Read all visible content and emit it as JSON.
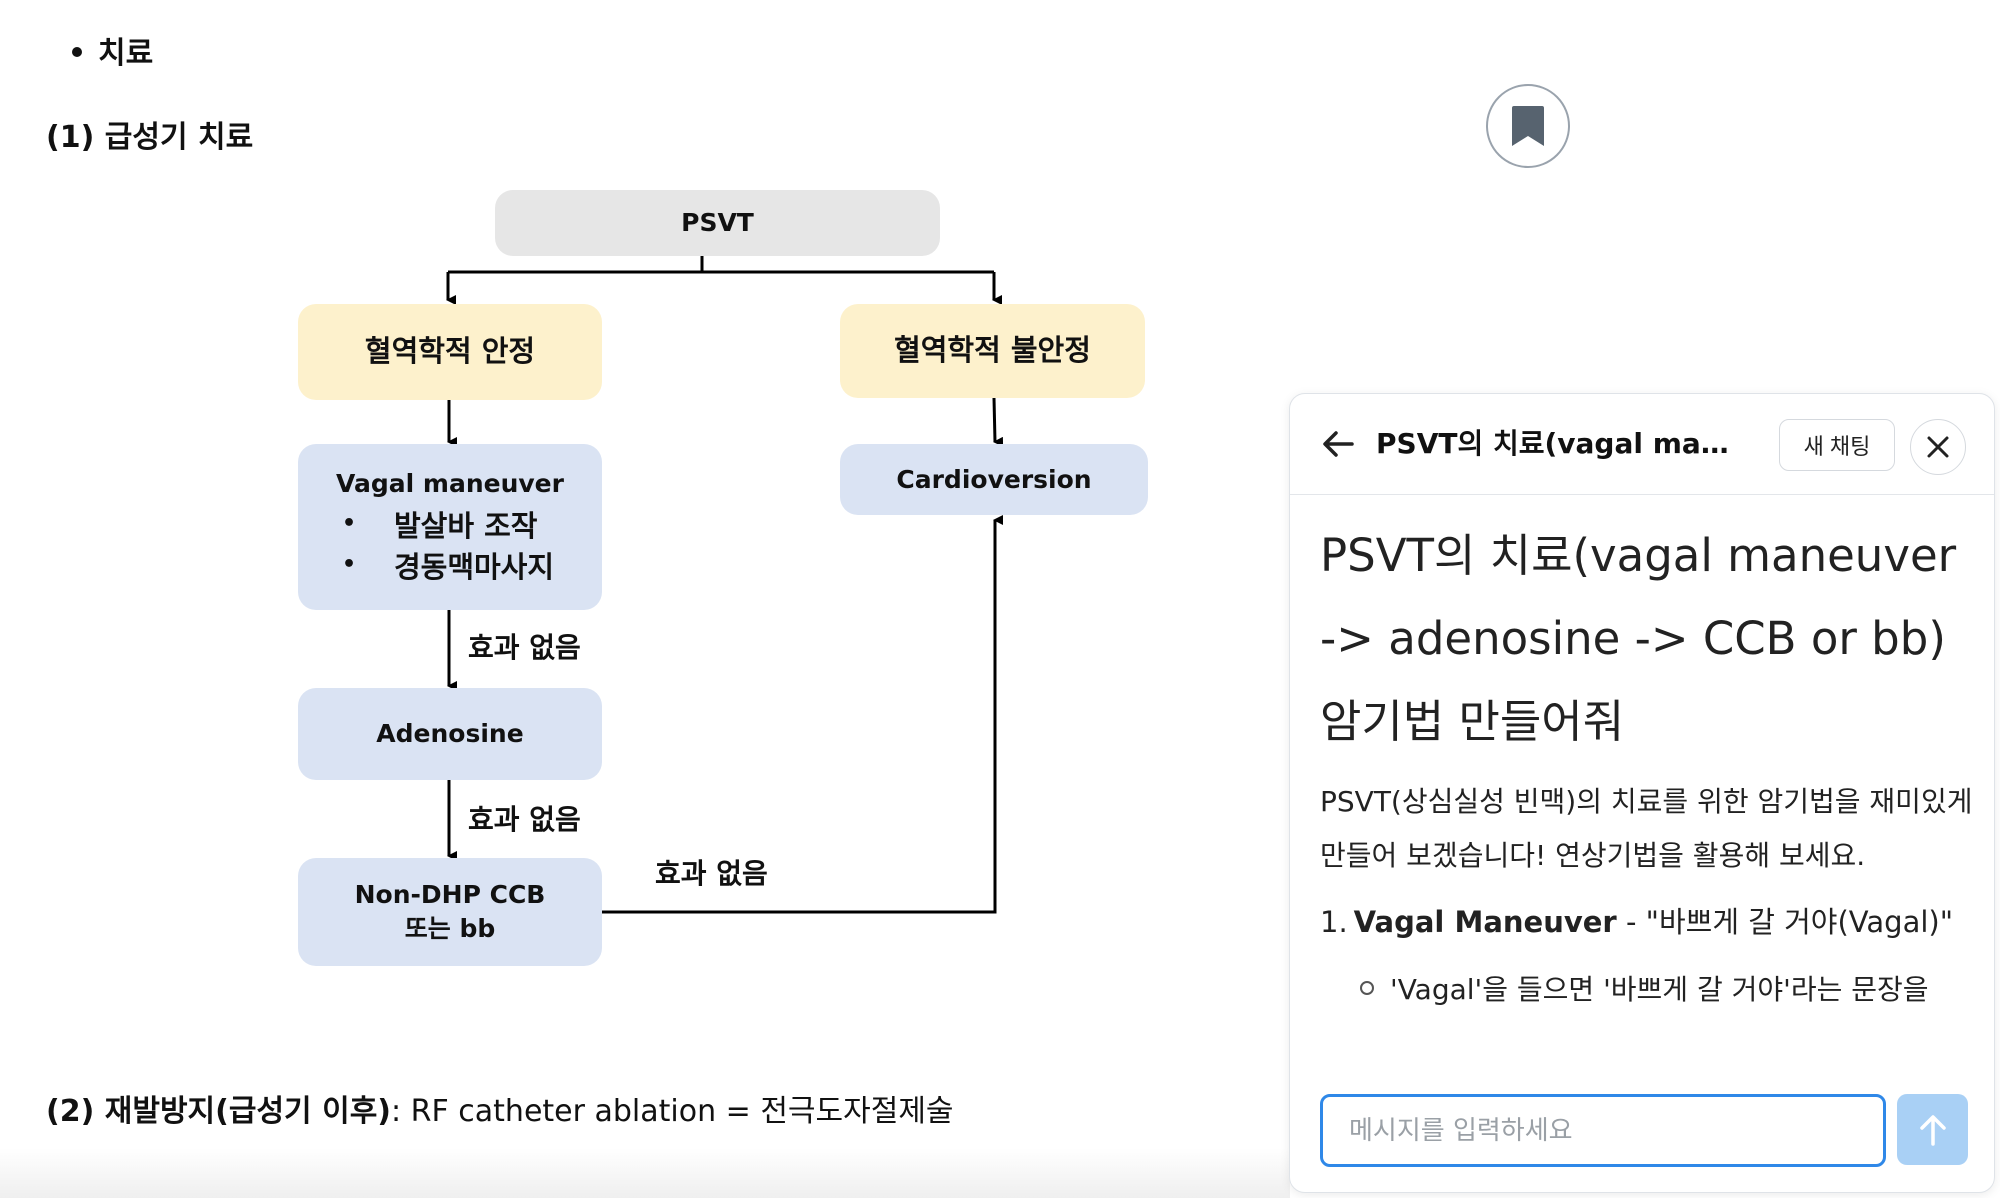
{
  "document": {
    "bullet_heading": "치료",
    "section1_heading": "(1) 급성기 치료",
    "section2_label": "(2) 재발방지(급성기 이후)",
    "section2_text": ": RF catheter ablation = 전극도자절제술"
  },
  "flowchart": {
    "root": "PSVT",
    "stable": "혈역학적 안정",
    "unstable": "혈역학적 불안정",
    "vagal_title": "Vagal maneuver",
    "vagal_items": [
      "발살바 조작",
      "경동맥마사지"
    ],
    "cardioversion": "Cardioversion",
    "adenosine": "Adenosine",
    "ccb_line1": "Non-DHP CCB",
    "ccb_line2": "또는 bb",
    "no_effect_1": "효과 없음",
    "no_effect_2": "효과 없음",
    "no_effect_3": "효과 없음"
  },
  "chat": {
    "header_title": "PSVT의 치료(vagal maneuver -> adenosine -> CCB or bb) 암기법 만들어줘",
    "new_chat_label": "새 채팅",
    "question": "PSVT의 치료(vagal maneuver -> adenosine -> CCB or bb) 암기법 만들어줘",
    "answer_intro": "PSVT(상심실성 빈맥)의 치료를 위한 암기법을 재미있게 만들어 보겠습니다! 연상기법을 활용해 보세요.",
    "list": [
      {
        "num": "1.",
        "term": "Vagal Maneuver",
        "desc": " - \"바쁘게 갈 거야(Vagal)\"",
        "sub": "'Vagal'을 들으면 '바쁘게 갈 거야'라는 문장을"
      }
    ],
    "input_placeholder": "메시지를 입력하세요"
  },
  "icons": {
    "bookmark": "bookmark-icon",
    "back": "arrow-left-icon",
    "close": "close-icon",
    "send": "arrow-up-icon"
  },
  "colors": {
    "accent": "#2f88e8",
    "send_button": "#a9d0f5",
    "box_gray": "#e6e6e6",
    "box_yellow": "#fdf1cc",
    "box_blue": "#dae3f3"
  }
}
